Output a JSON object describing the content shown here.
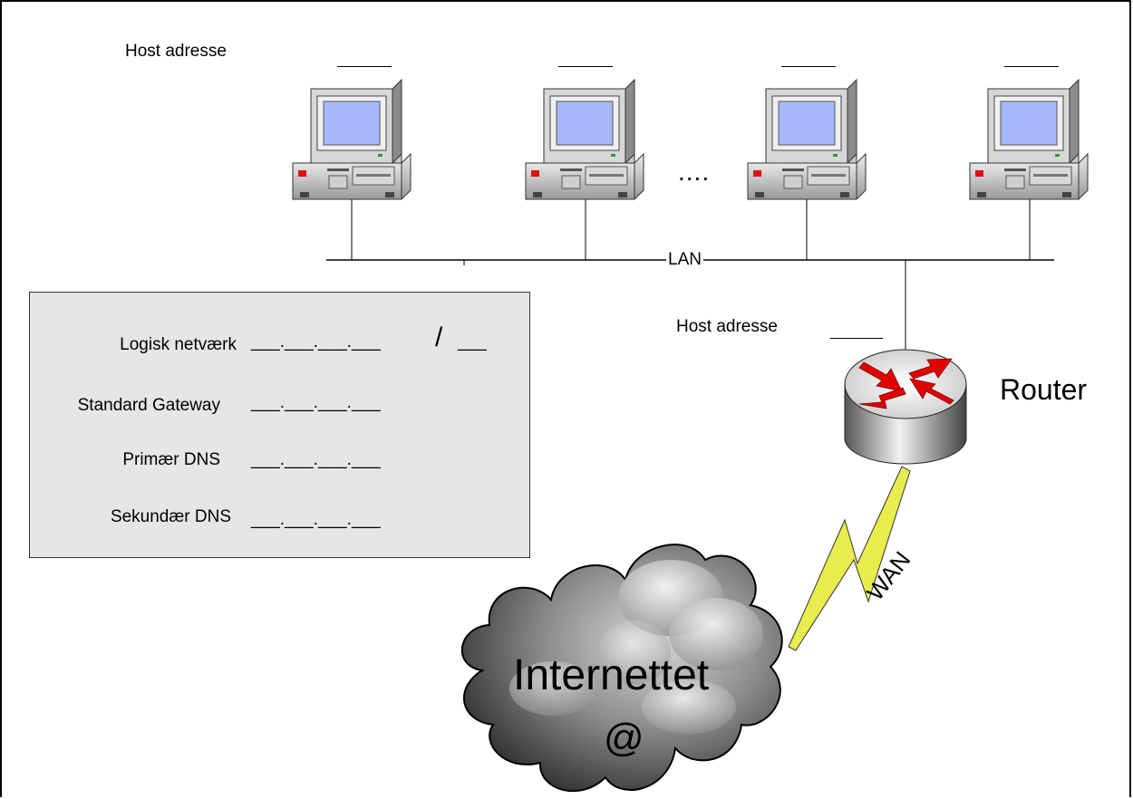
{
  "host_label_top": "Host adresse",
  "host_label_router": "Host adresse",
  "blank_field": "____",
  "ellipsis": "....",
  "lan_label": "LAN",
  "router_label": "Router",
  "wan_label": "WAN",
  "cloud_label": "Internettet",
  "cloud_symbol": "@",
  "config": {
    "logical_network_label": "Logisk netværk",
    "logical_network_value": "___.___.___.___",
    "logical_network_slash": "/",
    "logical_network_prefix": "___",
    "gateway_label": "Standard Gateway",
    "gateway_value": "___.___.___.___",
    "primary_dns_label": "Primær DNS",
    "primary_dns_value": "___.___.___.___",
    "secondary_dns_label": "Sekundær DNS",
    "secondary_dns_value": "___.___.___.___"
  },
  "colors": {
    "config_bg": "#e6e6e6",
    "screen": "#a8b8ff",
    "router_arrows": "#e00000",
    "lightning": "#e8ec4c",
    "cloud_dark": "#444444"
  }
}
